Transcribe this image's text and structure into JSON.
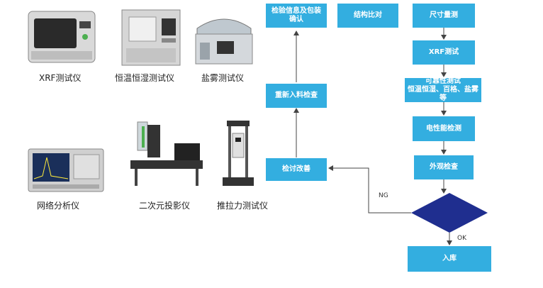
{
  "instruments": [
    {
      "name": "XRF测试仪"
    },
    {
      "name": "恒温恒湿测试仪"
    },
    {
      "name": "盐雾测试仪"
    },
    {
      "name": "网络分析仪"
    },
    {
      "name": "二次元投影仪"
    },
    {
      "name": "推拉力测试仪"
    }
  ],
  "flow": {
    "check_info_line1": "检验信息及包装",
    "check_info_line2": "确认",
    "structure_compare": "结构比对",
    "size_measure": "尺寸量测",
    "xrf_test": "XRF测试",
    "reliability_line1": "可靠性测试",
    "reliability_line2": "恒温恒湿、百格、盐雾等",
    "electrical_check": "电性能检测",
    "appearance_check": "外观检查",
    "storage": "入库",
    "reinspect": "重新入料检查",
    "review_improve": "检讨改善",
    "ng_label": "NG",
    "ok_label": "OK"
  },
  "colors": {
    "box": "#33aee0",
    "diamond": "#1f2e8f",
    "arrow": "#444444"
  }
}
